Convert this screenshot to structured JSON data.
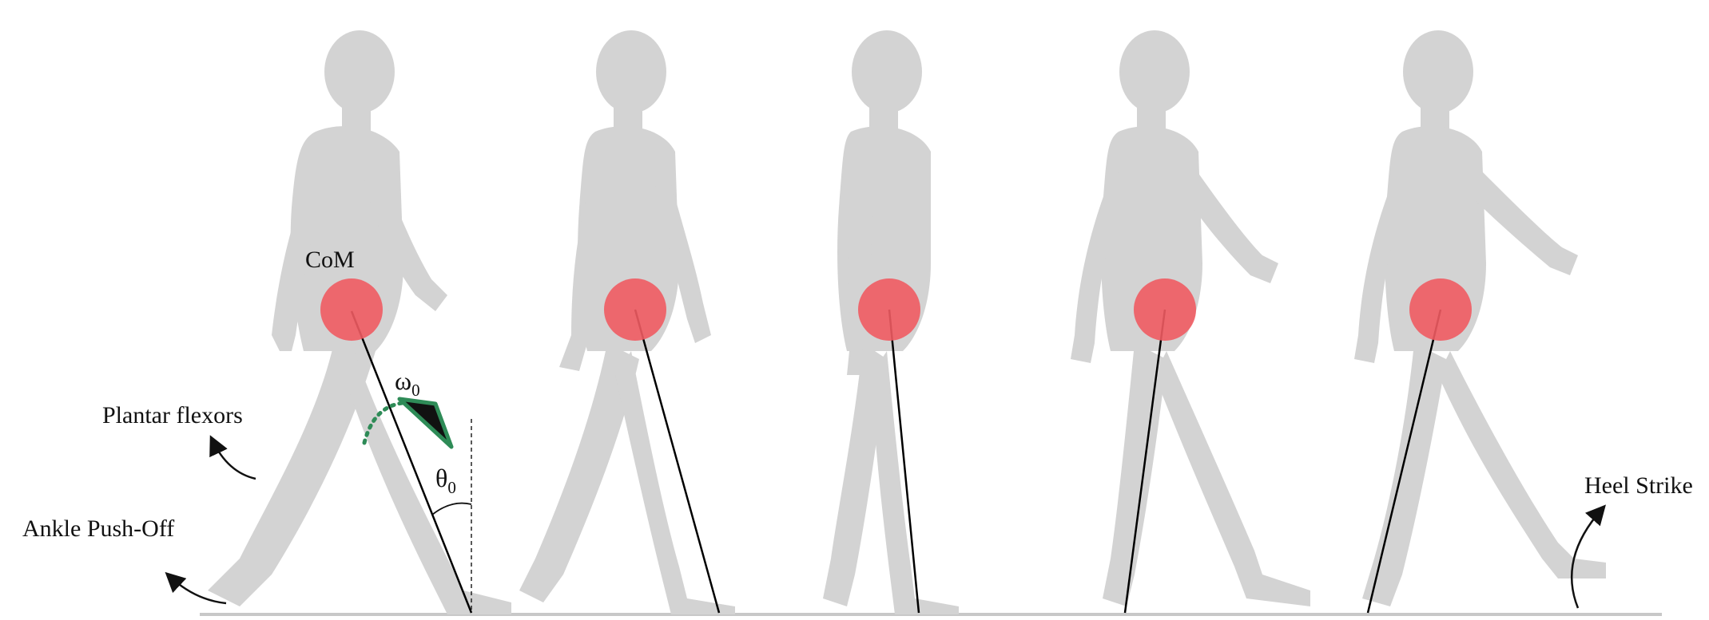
{
  "labels": {
    "com": "CoM",
    "plantar_flexors": "Plantar flexors",
    "ankle_push_off": "Ankle Push-Off",
    "heel_strike": "Heel Strike",
    "omega_symbol": "ω",
    "omega_sub": "0",
    "theta_symbol": "θ",
    "theta_sub": "0"
  },
  "colors": {
    "silhouette": "#d3d3d3",
    "com_marker": "#ef5b62",
    "leg_line": "#000000",
    "arrow_fill": "#111111",
    "arrow_outline": "#2e8b57",
    "rotation_arc": "#2e8b57"
  }
}
